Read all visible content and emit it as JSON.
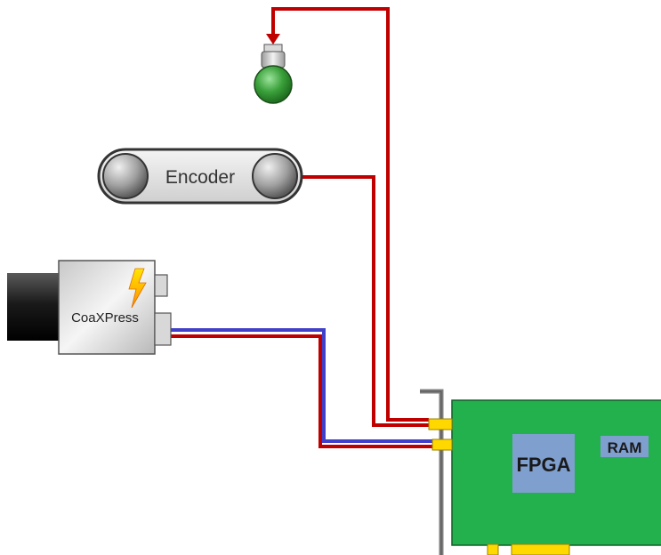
{
  "labels": {
    "encoder": "Encoder",
    "camera": "CoaXPress",
    "fpga": "FPGA",
    "ram": "RAM"
  },
  "colors": {
    "cable_red": "#c00000",
    "cable_blue": "#4040c8",
    "board_green": "#22b14c",
    "fpga_chip": "#7f9fcf",
    "connector_gold": "#ffd800",
    "bulb_green": "#2e8b2e",
    "bracket_gray": "#808080"
  },
  "icons": {
    "camera_badge": "lightning-bolt-icon"
  }
}
